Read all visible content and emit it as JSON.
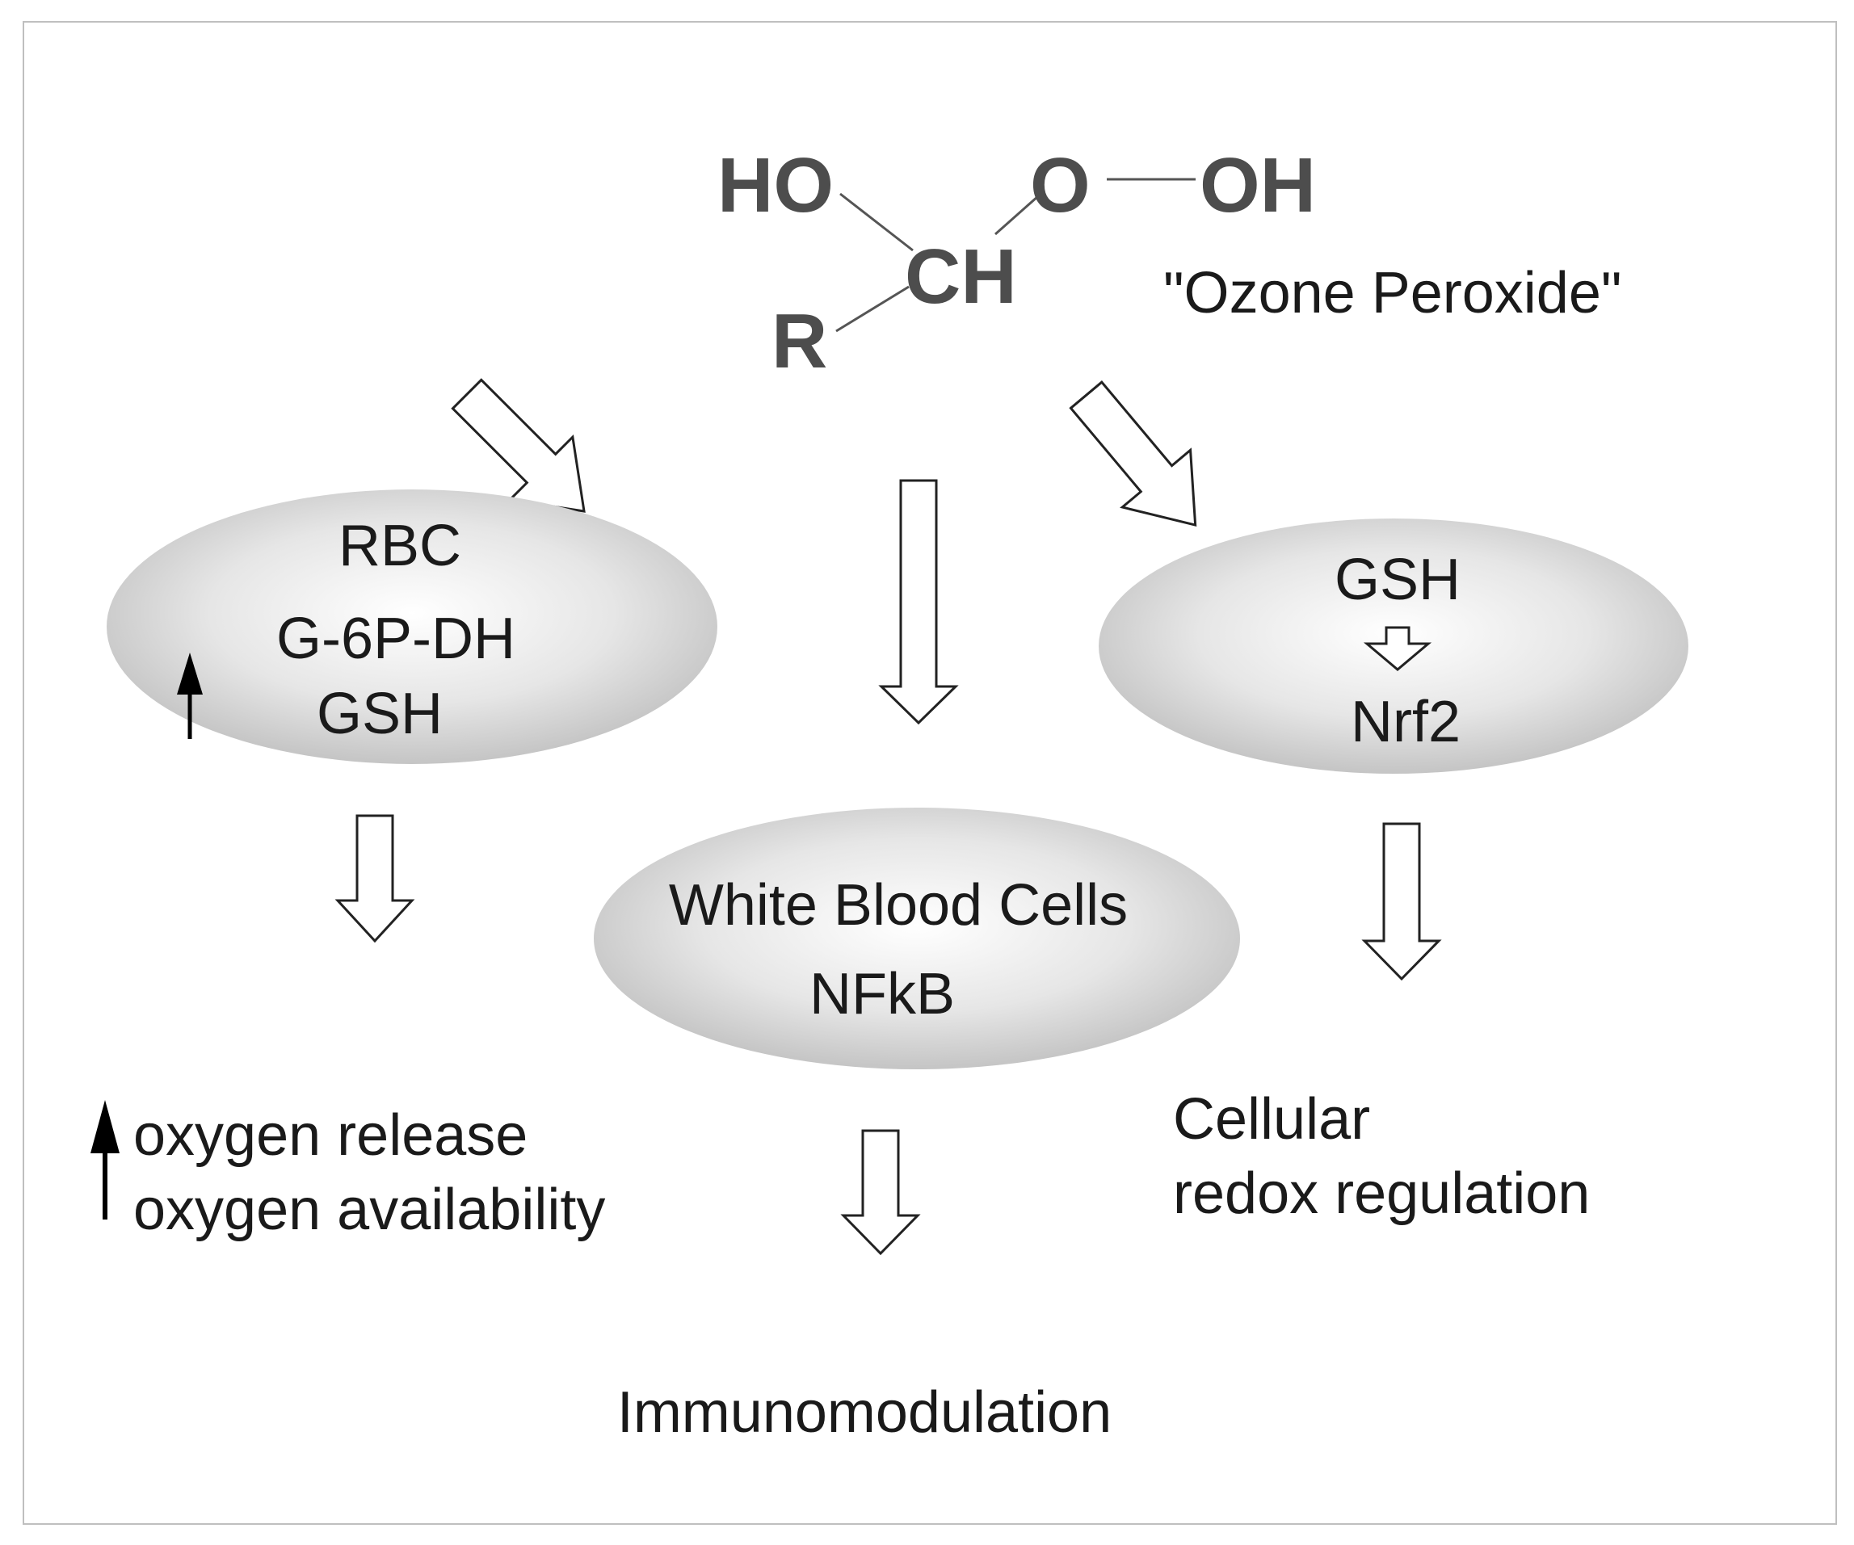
{
  "molecule": {
    "ho": "HO",
    "o": "O",
    "oh": "OH",
    "ch": "CH",
    "r": "R",
    "name": "\"Ozone Peroxide\""
  },
  "rbc": {
    "title": "RBC",
    "enzyme": "G-6P-DH",
    "gsh": "GSH"
  },
  "nrf": {
    "gsh": "GSH",
    "target": "Nrf2"
  },
  "wbc": {
    "title": "White Blood Cells",
    "factor": "NFkB"
  },
  "outcomes": {
    "oxygen_release": "oxygen release",
    "oxygen_availability": "oxygen availability",
    "cellular": "Cellular",
    "redox": "redox regulation",
    "immuno": "Immunomodulation"
  },
  "colors": {
    "ellipse_light": "#ffffff",
    "ellipse_dark": "#bdbdbd",
    "text": "#1a1a1a",
    "chem": "#4d4d4d",
    "frame": "#bfbfbf"
  },
  "icons": [
    "up-arrow-icon",
    "hollow-arrow-icon"
  ]
}
